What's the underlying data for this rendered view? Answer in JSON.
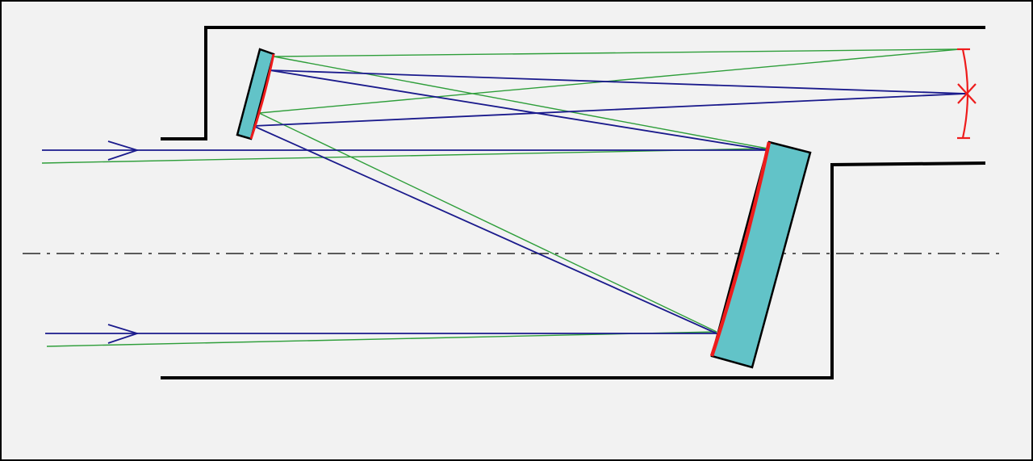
{
  "diagram": {
    "type": "optical-ray-diagram",
    "description_visible_text": [],
    "colors": {
      "background": "#f2f2f2",
      "border": "#000000",
      "tube": "#000000",
      "mirror_body": "#62c3c8",
      "mirror_surface": "#ee1c1c",
      "ray_on_axis": "#1a1a8c",
      "ray_off_axis": "#2e9e3a",
      "focal_plane": "#ee1c1c",
      "axis": "#000000"
    },
    "elements": [
      "tube-walls",
      "optical-axis",
      "primary-mirror",
      "secondary-mirror",
      "focal-plane",
      "incoming-rays"
    ]
  }
}
